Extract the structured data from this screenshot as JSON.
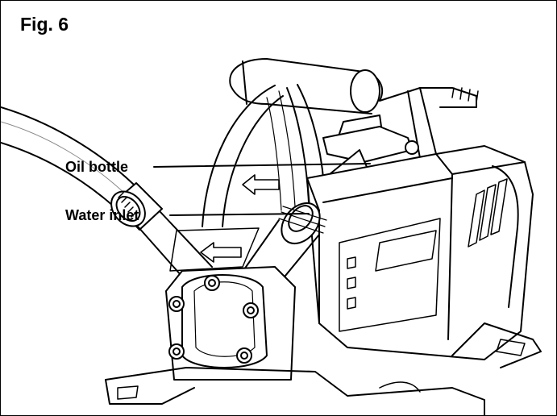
{
  "figure": {
    "title": "Fig. 6",
    "callouts": {
      "oil_bottle": "Oil bottle",
      "water_inlet": "Water inlet"
    }
  },
  "colors": {
    "line": "#000000",
    "paper": "#ffffff",
    "shade": "#e6e6e6"
  }
}
